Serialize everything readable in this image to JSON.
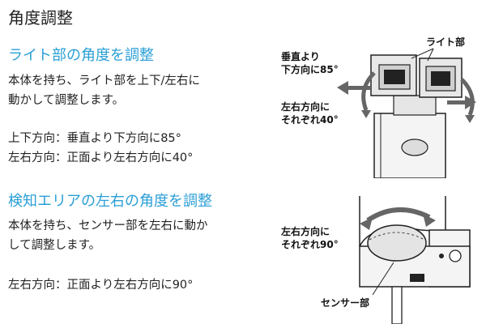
{
  "page": {
    "title": "角度調整"
  },
  "section1": {
    "heading": "ライト部の角度を調整",
    "lines": [
      "本体を持ち、ライト部を上下/左右に",
      "動かして調整します。"
    ],
    "spec1": "上下方向：垂直より下方向に85°",
    "spec2": "左右方向：正面より左右方向に40°"
  },
  "section2": {
    "heading": "検知エリアの左右の角度を調整",
    "lines": [
      "本体を持ち、センサー部を左右に動か",
      "して調整します。"
    ],
    "spec1": "左右方向：正面より左右方向に90°"
  },
  "figure1": {
    "label_light": "ライト部",
    "label_vertical": [
      "垂直より",
      "下方向に85°"
    ],
    "label_horizontal": [
      "左右方向に",
      "それぞれ40°"
    ]
  },
  "figure2": {
    "label_horizontal": [
      "左右方向に",
      "それぞれ90°"
    ],
    "label_sensor": "センサー部"
  }
}
